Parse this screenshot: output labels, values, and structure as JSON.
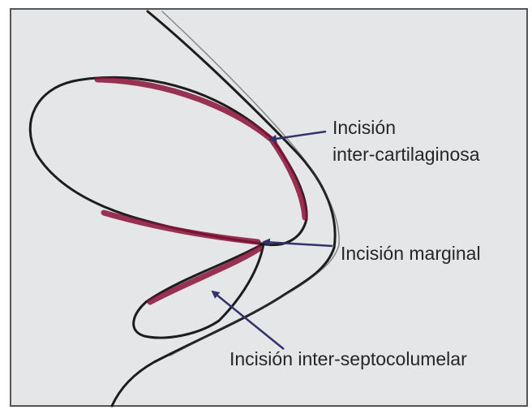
{
  "labels": {
    "intercartilaginous_line1": "Incisión",
    "intercartilaginous_line2": "inter-cartilaginosa",
    "marginal": "Incisión marginal",
    "interseptocolumellar": "Incisión inter-septocolumelar"
  },
  "colors": {
    "background": "#e4e6e8",
    "border": "#555555",
    "outline": "#1c1c1c",
    "incision": "#8a1238",
    "arrow": "#33336b",
    "text": "#262626"
  }
}
